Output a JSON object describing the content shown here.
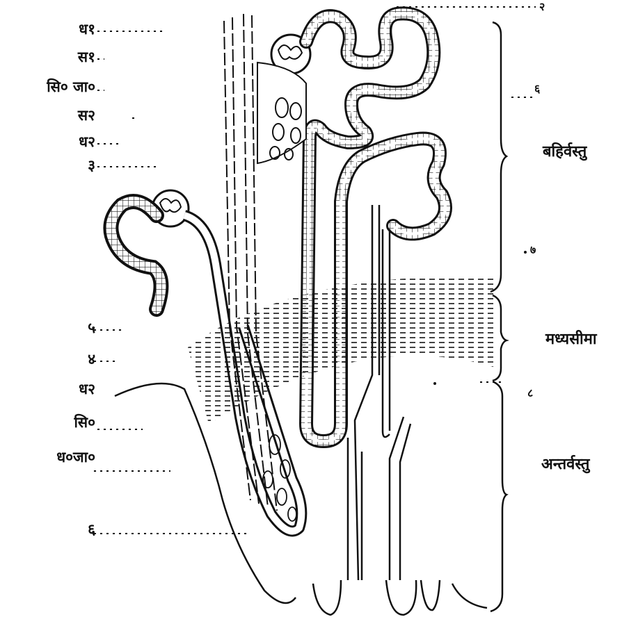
{
  "left_labels": [
    "ध१",
    "स१",
    "सि० जा०",
    "स२",
    "ध२",
    "३",
    "५",
    "४",
    "ध२",
    "सि०",
    "ध०जा०",
    "६"
  ],
  "right_numbers": [
    "२",
    "६",
    "७",
    "८"
  ],
  "regions": {
    "outer": "बहिर्वस्तु",
    "middle": "मध्यसीमा",
    "inner": "अन्तर्वस्तु"
  },
  "colors": {
    "ink": "#111111",
    "paper": "#ffffff"
  }
}
